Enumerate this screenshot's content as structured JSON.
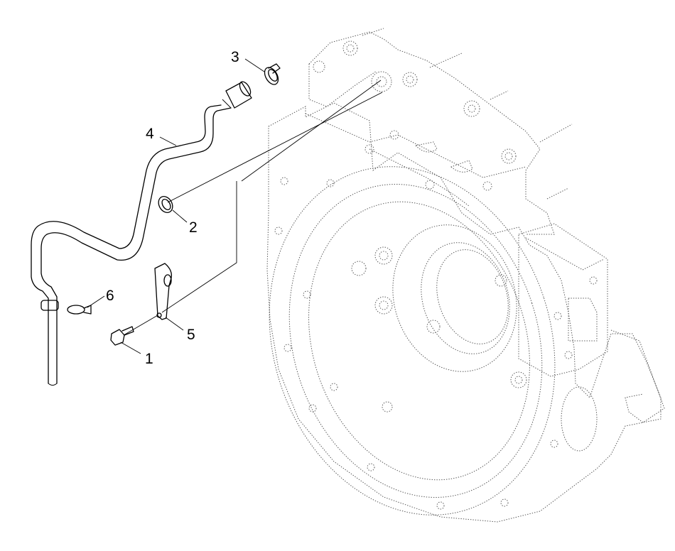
{
  "callouts": [
    {
      "id": "1",
      "label": "1"
    },
    {
      "id": "2",
      "label": "2"
    },
    {
      "id": "3",
      "label": "3"
    },
    {
      "id": "4",
      "label": "4"
    },
    {
      "id": "5",
      "label": "5"
    },
    {
      "id": "6",
      "label": "6"
    }
  ],
  "colors": {
    "line": "#000000",
    "housing": "#555555",
    "background": "#ffffff"
  }
}
